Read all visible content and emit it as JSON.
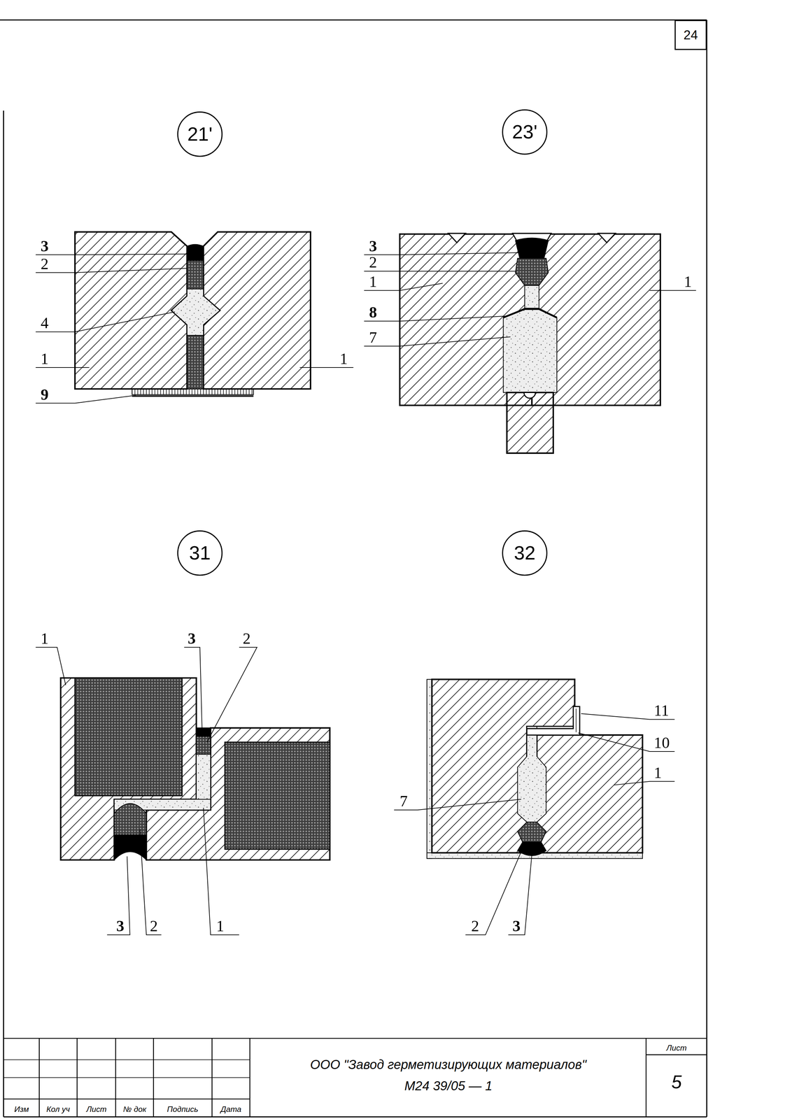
{
  "diagram": {
    "nodes": [
      {
        "text": [
          "24"
        ]
      },
      {
        "text": [
          "21'"
        ]
      },
      {
        "text": [
          "23'"
        ]
      },
      {
        "text": [
          "31"
        ]
      },
      {
        "text": [
          "32"
        ]
      }
    ],
    "labels": [
      "3",
      "2",
      "4",
      "1",
      "1",
      "9",
      "3",
      "2",
      "1",
      "1",
      "8",
      "7",
      "1",
      "3",
      "2",
      "3",
      "2",
      "1",
      "11",
      "10",
      "1",
      "7",
      "2",
      "3",
      "Изм",
      "Кол уч",
      "Лист",
      "№ док",
      "Подпись",
      "Дата",
      "ООО \"Завод герметизирующих материалов\"",
      "М24 39/05 — 1",
      "Лист",
      "5"
    ]
  }
}
